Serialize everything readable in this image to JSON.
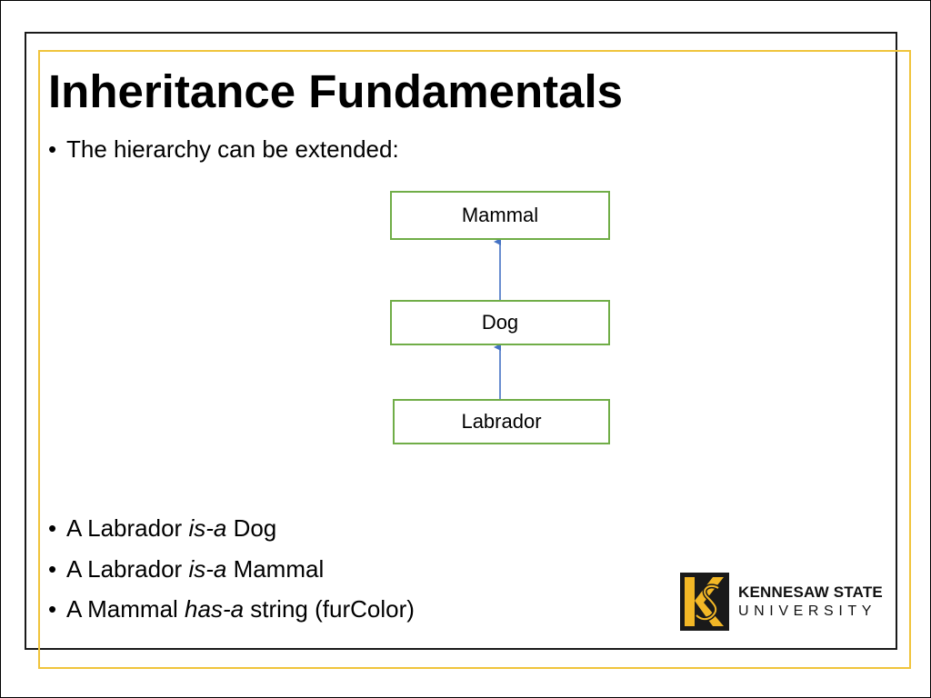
{
  "slide": {
    "title": "Inheritance Fundamentals",
    "intro_bullet": "The hierarchy can be extended:",
    "bullets": [
      {
        "pre": "A Labrador ",
        "em": "is-a",
        "post": " Dog"
      },
      {
        "pre": "A Labrador ",
        "em": "is-a",
        "post": " Mammal"
      },
      {
        "pre": "A Mammal ",
        "em": "has-a",
        "post": " string (furColor)"
      }
    ],
    "bullet_glyph": "•"
  },
  "diagram": {
    "nodes": [
      "Mammal",
      "Dog",
      "Labrador"
    ],
    "edges": [
      {
        "from": "Dog",
        "to": "Mammal"
      },
      {
        "from": "Labrador",
        "to": "Dog"
      }
    ],
    "node_border_color": "#70ad47",
    "arrow_color": "#4472c4"
  },
  "logo": {
    "line1": "KENNESAW STATE",
    "line2": "UNIVERSITY",
    "mark_letters": "KS",
    "mark_icon": "ksu-monogram-icon"
  },
  "colors": {
    "frame_gold": "#f0c43c",
    "frame_black": "#1a1a1a"
  }
}
